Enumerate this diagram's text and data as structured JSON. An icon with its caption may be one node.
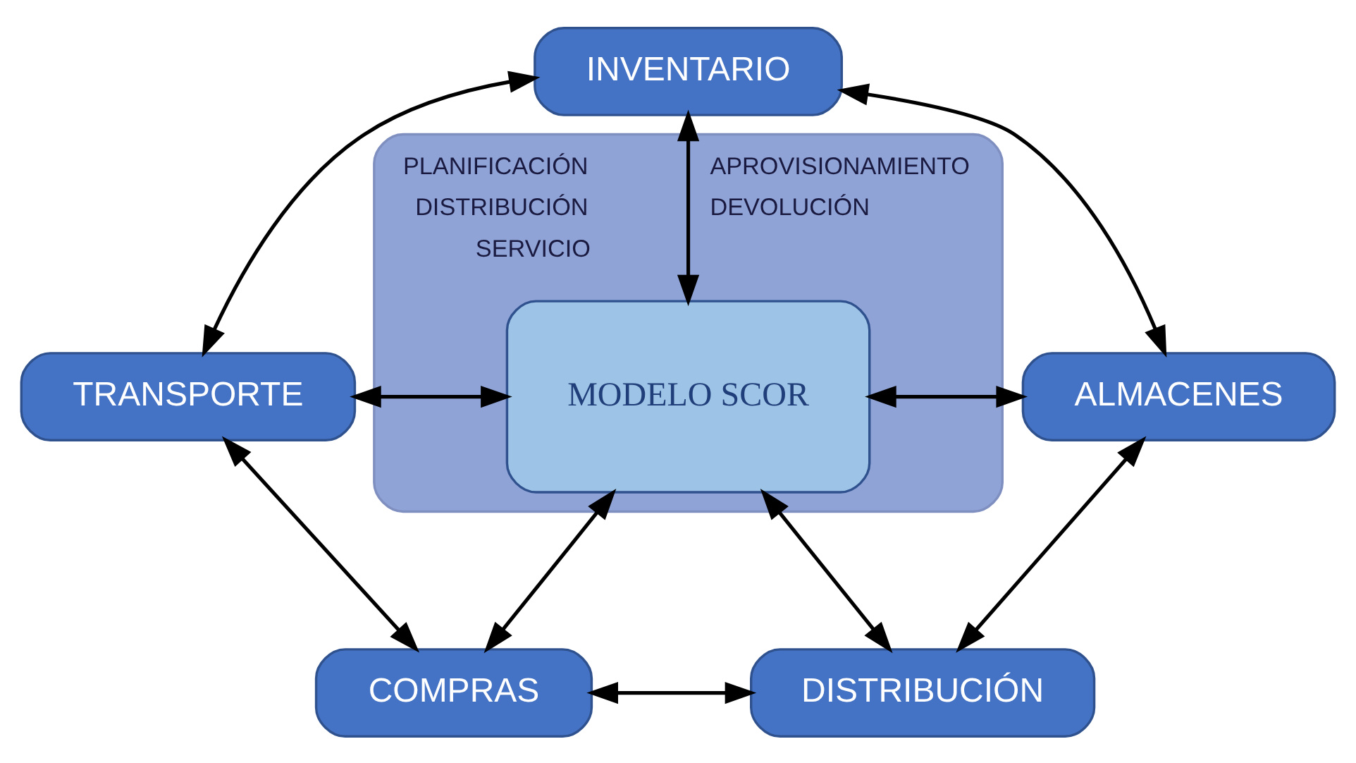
{
  "diagram": {
    "nodes": [
      {
        "text": [
          "INVENTARIO"
        ]
      },
      {
        "text": [
          "TRANSPORTE"
        ]
      },
      {
        "text": [
          "PLANIFICACIÓN",
          "APROVISIONAMIENTO",
          "DISTRIBUCIÓN",
          "DEVOLUCIÓN",
          "SERVICIO"
        ]
      },
      {
        "text": [
          "MODELO SCOR"
        ],
        "in": 2
      },
      {
        "text": [
          "ALMACENES"
        ]
      },
      {
        "text": [
          "COMPRAS"
        ]
      },
      {
        "text": [
          "DISTRIBUCIÓN"
        ]
      }
    ],
    "edges": [
      {
        "from": 0,
        "to": 1,
        "arrow": "both"
      },
      {
        "from": 0,
        "to": 4,
        "arrow": "both"
      },
      {
        "from": 0,
        "to": 3,
        "arrow": "both"
      },
      {
        "from": 1,
        "to": 3,
        "arrow": "both"
      },
      {
        "from": 3,
        "to": 4,
        "arrow": "both"
      },
      {
        "from": 5,
        "to": 3,
        "arrow": "both"
      },
      {
        "from": 3,
        "to": 6,
        "arrow": "both"
      },
      {
        "from": 1,
        "to": 5,
        "arrow": "both"
      },
      {
        "from": 4,
        "to": 6,
        "arrow": "both"
      },
      {
        "from": 5,
        "to": 6,
        "arrow": "both"
      }
    ]
  }
}
